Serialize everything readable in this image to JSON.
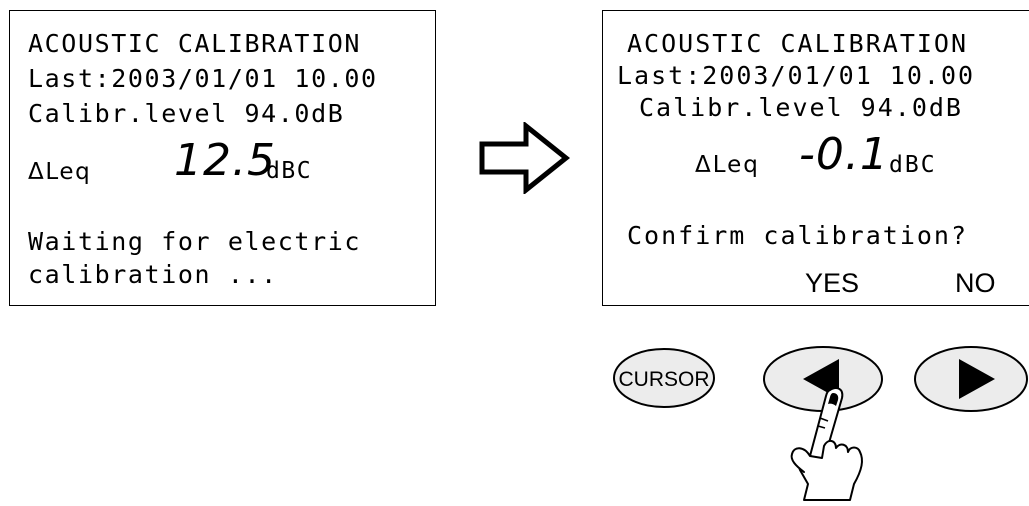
{
  "left_screen": {
    "title": "ACOUSTIC CALIBRATION",
    "last": "Last:2003/01/01 10.00",
    "level": "Calibr.level 94.0dB",
    "delta_label": "ΔLeq",
    "delta_value": "12.5",
    "unit": "dBC",
    "status_line1": "Waiting for electric",
    "status_line2": "calibration ..."
  },
  "right_screen": {
    "title": "ACOUSTIC CALIBRATION",
    "last": "Last:2003/01/01 10.00",
    "level": "Calibr.level 94.0dB",
    "delta_label": "ΔLeq",
    "delta_value": "-0.1",
    "unit": "dBC",
    "prompt": "Confirm calibration?",
    "yes": "YES",
    "no": "NO"
  },
  "buttons": {
    "cursor": "CURSOR"
  },
  "icons": {
    "transition": "right-arrow-icon",
    "left_button": "left-arrow-icon",
    "right_button": "play-right-icon",
    "finger": "pointing-hand-icon"
  }
}
